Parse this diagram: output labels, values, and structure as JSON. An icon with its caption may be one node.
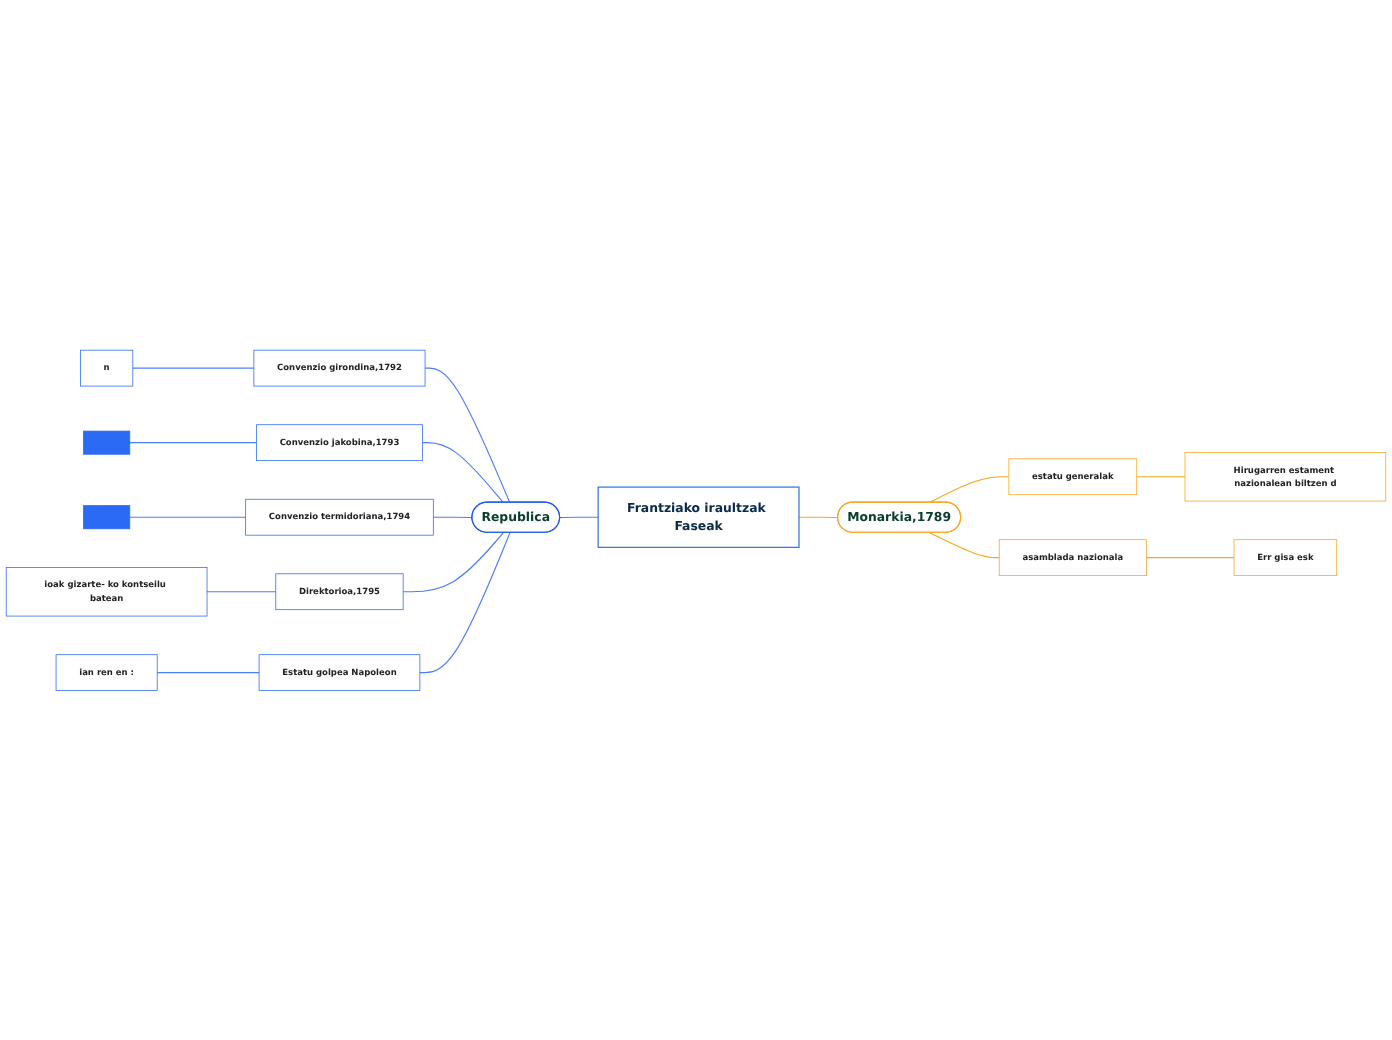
{
  "diagram": {
    "nodes": [
      {
        "text": [
          "Frantziako iraultzak Faseak"
        ]
      },
      {
        "text": [
          "Republica"
        ]
      },
      {
        "text": [
          "Convenzio girondina,1792"
        ]
      },
      {
        "text": [
          "n"
        ]
      },
      {
        "text": [
          "Convenzio jakobina,1793"
        ]
      },
      {
        "text": [],
        "shape": "bar"
      },
      {
        "text": [
          "Convenzio termidoriana,1794"
        ]
      },
      {
        "text": [],
        "shape": "bar"
      },
      {
        "text": [
          "Direktorioa,1795"
        ]
      },
      {
        "text": [
          "ioak gizarte- ko kontseilu batean"
        ]
      },
      {
        "text": [
          "Estatu golpea Napoleon"
        ]
      },
      {
        "text": [
          "ian ren en :"
        ]
      },
      {
        "text": [
          "Monarkia,1789"
        ]
      },
      {
        "text": [
          "estatu generalak"
        ]
      },
      {
        "text": [
          "Hirugarren estament nazionalean biltzen d"
        ]
      },
      {
        "text": [
          "asamblada nazionala"
        ]
      },
      {
        "text": [
          "Err gisa esk"
        ]
      }
    ],
    "edges": [
      {
        "from": 0,
        "to": 1,
        "arrow": "none"
      },
      {
        "from": 1,
        "to": 2,
        "arrow": "none"
      },
      {
        "from": 2,
        "to": 3,
        "arrow": "none"
      },
      {
        "from": 1,
        "to": 4,
        "arrow": "none"
      },
      {
        "from": 4,
        "to": 5,
        "arrow": "none"
      },
      {
        "from": 1,
        "to": 6,
        "arrow": "none"
      },
      {
        "from": 6,
        "to": 7,
        "arrow": "none"
      },
      {
        "from": 1,
        "to": 8,
        "arrow": "none"
      },
      {
        "from": 8,
        "to": 9,
        "arrow": "none"
      },
      {
        "from": 1,
        "to": 10,
        "arrow": "none"
      },
      {
        "from": 10,
        "to": 11,
        "arrow": "none"
      },
      {
        "from": 0,
        "to": 12,
        "arrow": "none",
        "color": "#f5a623"
      },
      {
        "from": 12,
        "to": 13,
        "arrow": "none",
        "color": "#f5a623"
      },
      {
        "from": 13,
        "to": 14,
        "arrow": "none",
        "color": "#f5a623"
      },
      {
        "from": 12,
        "to": 15,
        "arrow": "none",
        "color": "#f5a623"
      },
      {
        "from": 15,
        "to": 16,
        "arrow": "none",
        "color": "#f5a623"
      }
    ]
  }
}
